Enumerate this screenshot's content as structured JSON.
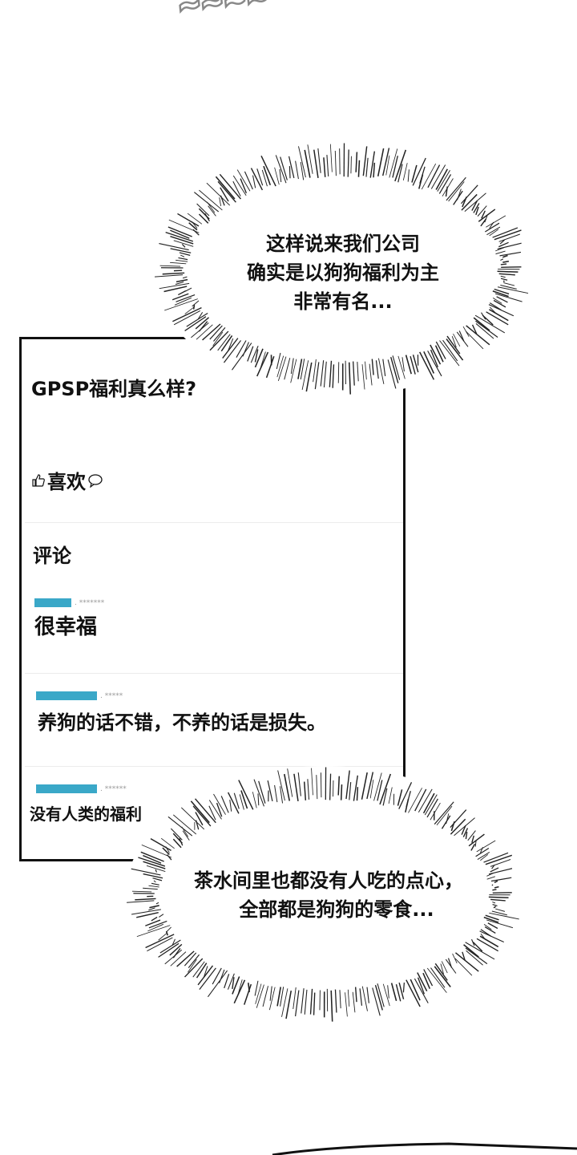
{
  "post": {
    "title": "GPSP福利真么样?",
    "like_label": "喜欢",
    "comments_heading": "评论",
    "comments": [
      {
        "masked_meta": ". *******",
        "text": "很幸福"
      },
      {
        "masked_meta": ". *****",
        "text": "养狗的话不错，不养的话是损失。"
      },
      {
        "masked_meta": ". ******",
        "text": "没有人类的福利"
      }
    ],
    "accent_color": "#3aa8c8",
    "icons": [
      "thumbs-up-icon",
      "comment-bubble-icon"
    ]
  },
  "bubbles": [
    {
      "lines": [
        "这样说来我们公司",
        "确实是以狗狗福利为主",
        "非常有名..."
      ]
    },
    {
      "lines": [
        "茶水间里也都没有人吃的点心，",
        "全部都是狗狗的零食..."
      ]
    }
  ]
}
